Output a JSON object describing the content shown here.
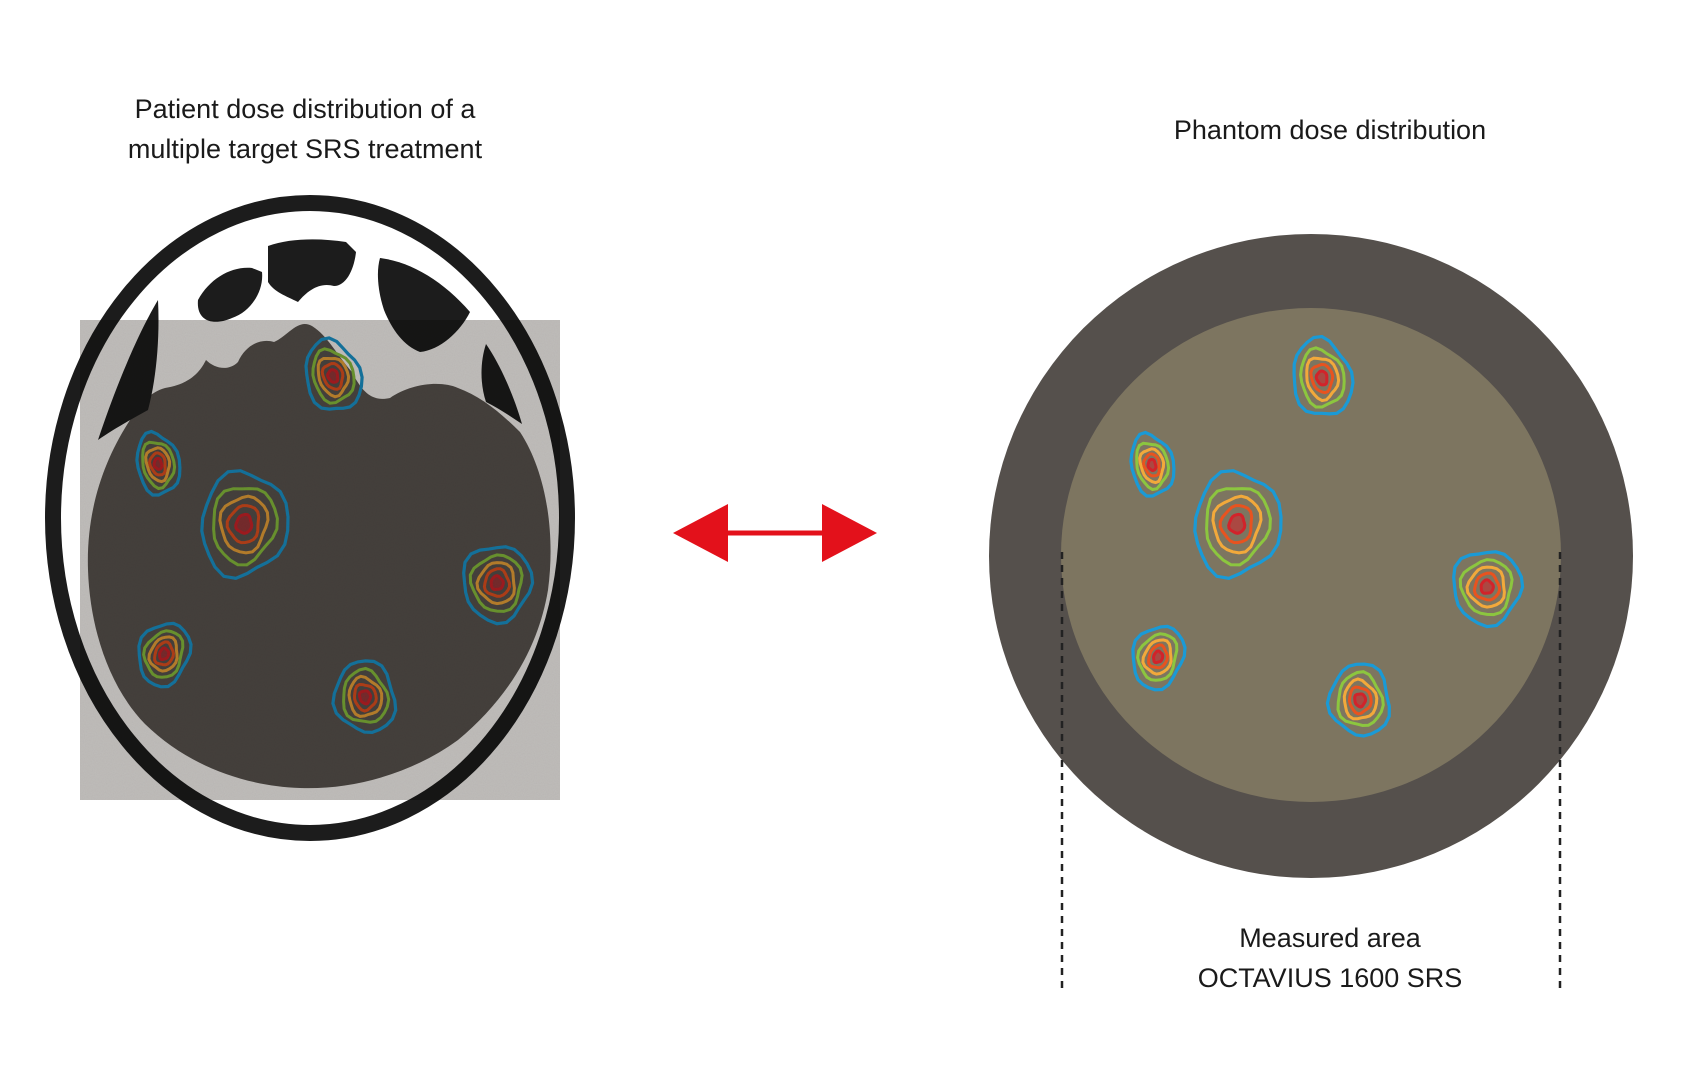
{
  "captions": {
    "patient_line1": "Patient dose distribution of a",
    "patient_line2": "multiple target SRS treatment",
    "phantom": "Phantom dose distribution",
    "measured_line1": "Measured area",
    "measured_line2": "OCTAVIUS 1600 SRS"
  },
  "colors": {
    "skull": "#1c1c1c",
    "brain": "#5b5652",
    "phantom_outer": "#55504c",
    "phantom_inner": "#7d7560",
    "arrow": "#e3111b",
    "isodose_outer": "#1a9ad6",
    "isodose_2": "#8cc63f",
    "isodose_3": "#f2a93b",
    "isodose_4": "#e8531f",
    "isodose_core": "#d2232a"
  }
}
